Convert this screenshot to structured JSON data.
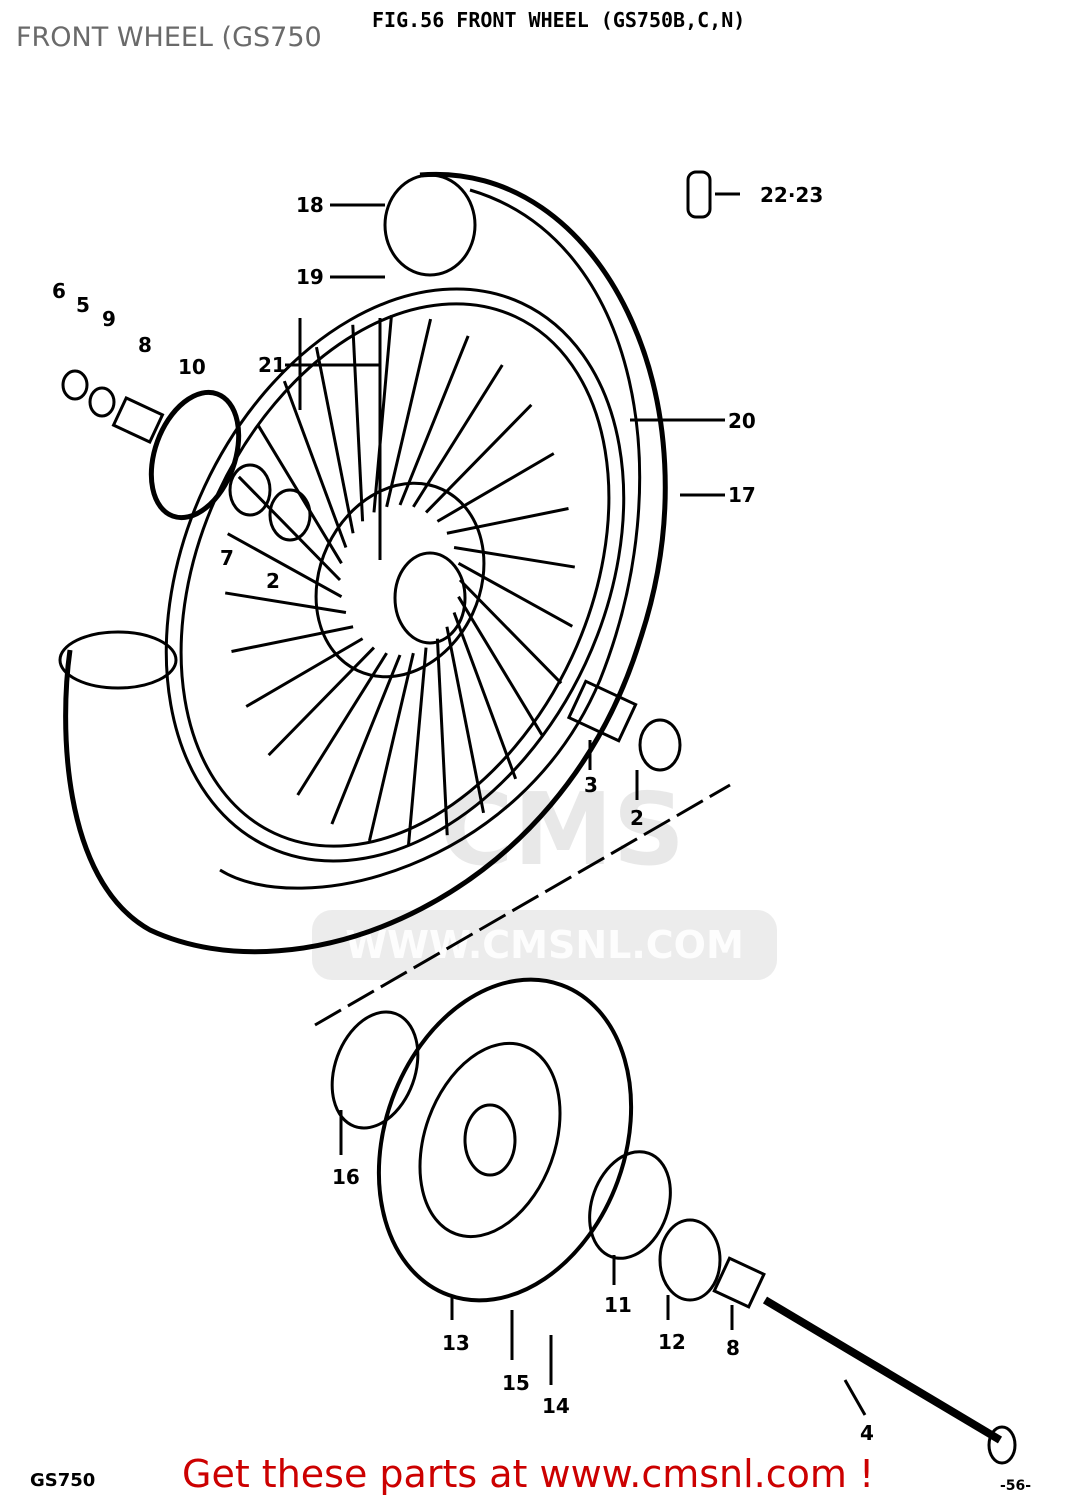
{
  "header": {
    "figure_title": "FIG.56  FRONT WHEEL (GS750B,C,N)",
    "overlay_title": "FRONT WHEEL (GS750"
  },
  "footer": {
    "model": "GS750",
    "page": "-56-",
    "promo": "Get these parts at www.cmsnl.com !"
  },
  "watermark": {
    "logo": "CMS",
    "url": "WWW.CMSNL.COM"
  },
  "callouts": [
    "18",
    "19",
    "22·23",
    "21",
    "6",
    "5",
    "9",
    "8",
    "10",
    "7",
    "2",
    "20",
    "17",
    "3",
    "2",
    "16",
    "13",
    "11",
    "12",
    "8",
    "15",
    "14",
    "4"
  ],
  "colors": {
    "promo": "#cc0000",
    "line": "#000000"
  }
}
